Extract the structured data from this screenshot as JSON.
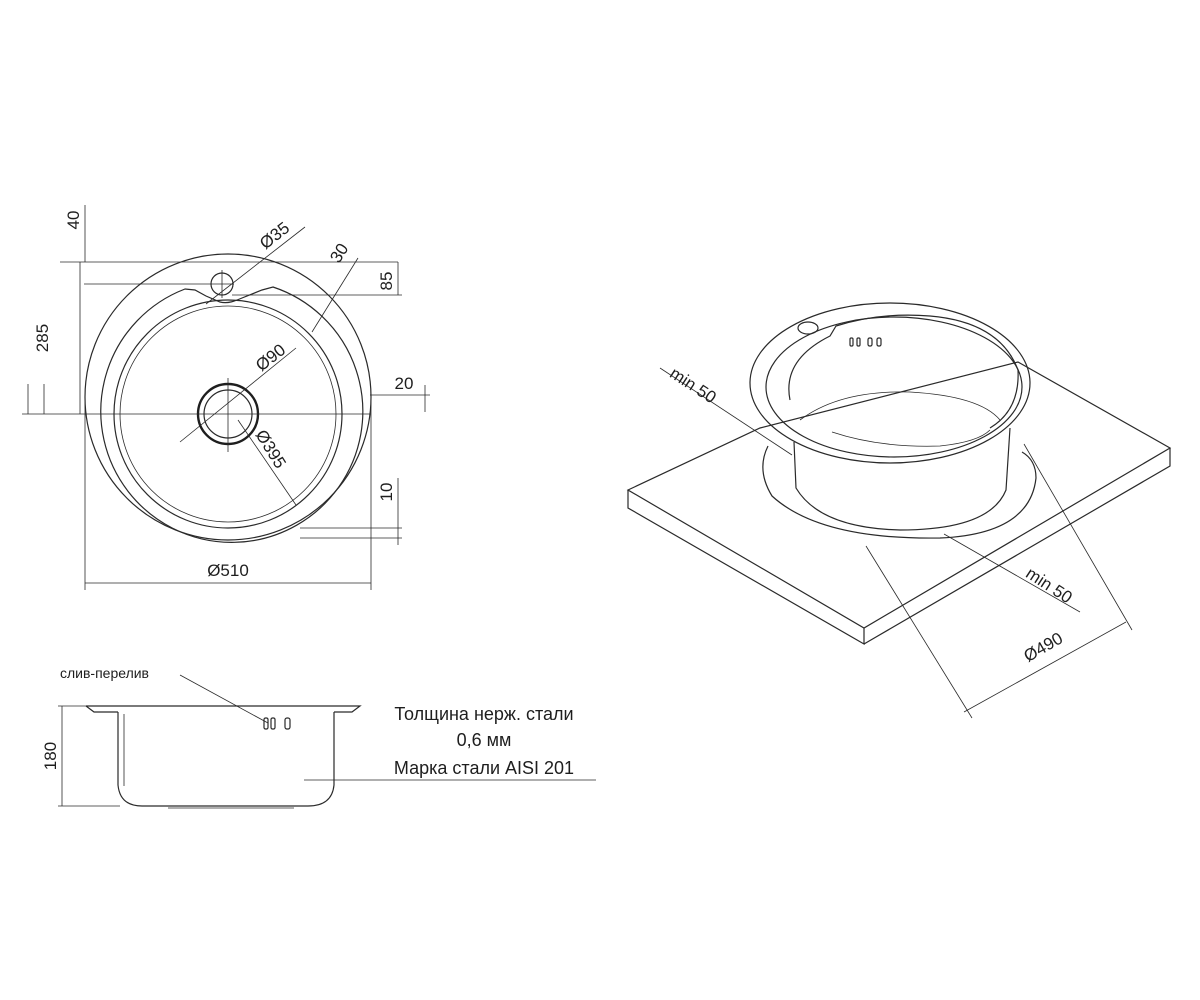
{
  "top_view": {
    "dims": {
      "top_offset": "40",
      "tap_hole": "Ø35",
      "rim_width": "30",
      "tap_depth": "85",
      "center_height": "285",
      "drain": "Ø90",
      "right_margin": "20",
      "bowl": "Ø395",
      "rim_step": "10",
      "outer": "Ø510"
    }
  },
  "side_view": {
    "overflow_label": "слив-перелив",
    "depth": "180",
    "steel_line1": "Толщина нерж. стали",
    "steel_line2": "0,6 мм",
    "steel_grade": "Марка стали AISI 201"
  },
  "iso_view": {
    "min_left": "min 50",
    "min_right": "min 50",
    "cutout": "Ø490"
  }
}
